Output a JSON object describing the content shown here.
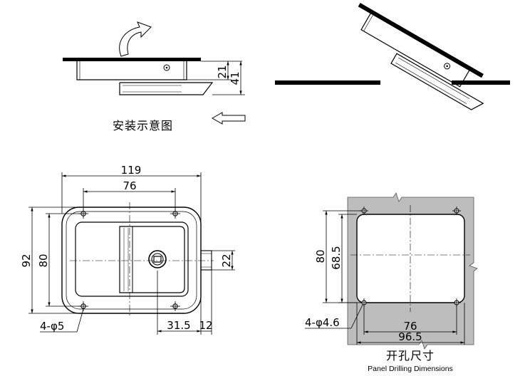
{
  "captions": {
    "install_diagram": "安装示意图",
    "cutout_title": "开孔尺寸",
    "cutout_subtitle": "Panel Drilling Dimensions"
  },
  "side_view": {
    "dim_21": "21",
    "dim_41": "41"
  },
  "front_view": {
    "dim_119": "119",
    "dim_76": "76",
    "dim_92": "92",
    "dim_80": "80",
    "dim_22": "22",
    "dim_31_5": "31.5",
    "dim_12": "12",
    "holes": "4-φ5"
  },
  "cutout_view": {
    "dim_80": "80",
    "dim_68_5": "68.5",
    "dim_76": "76",
    "dim_96_5": "96.5",
    "holes": "4-φ4.6",
    "panel_color": "#bdbdbd"
  }
}
